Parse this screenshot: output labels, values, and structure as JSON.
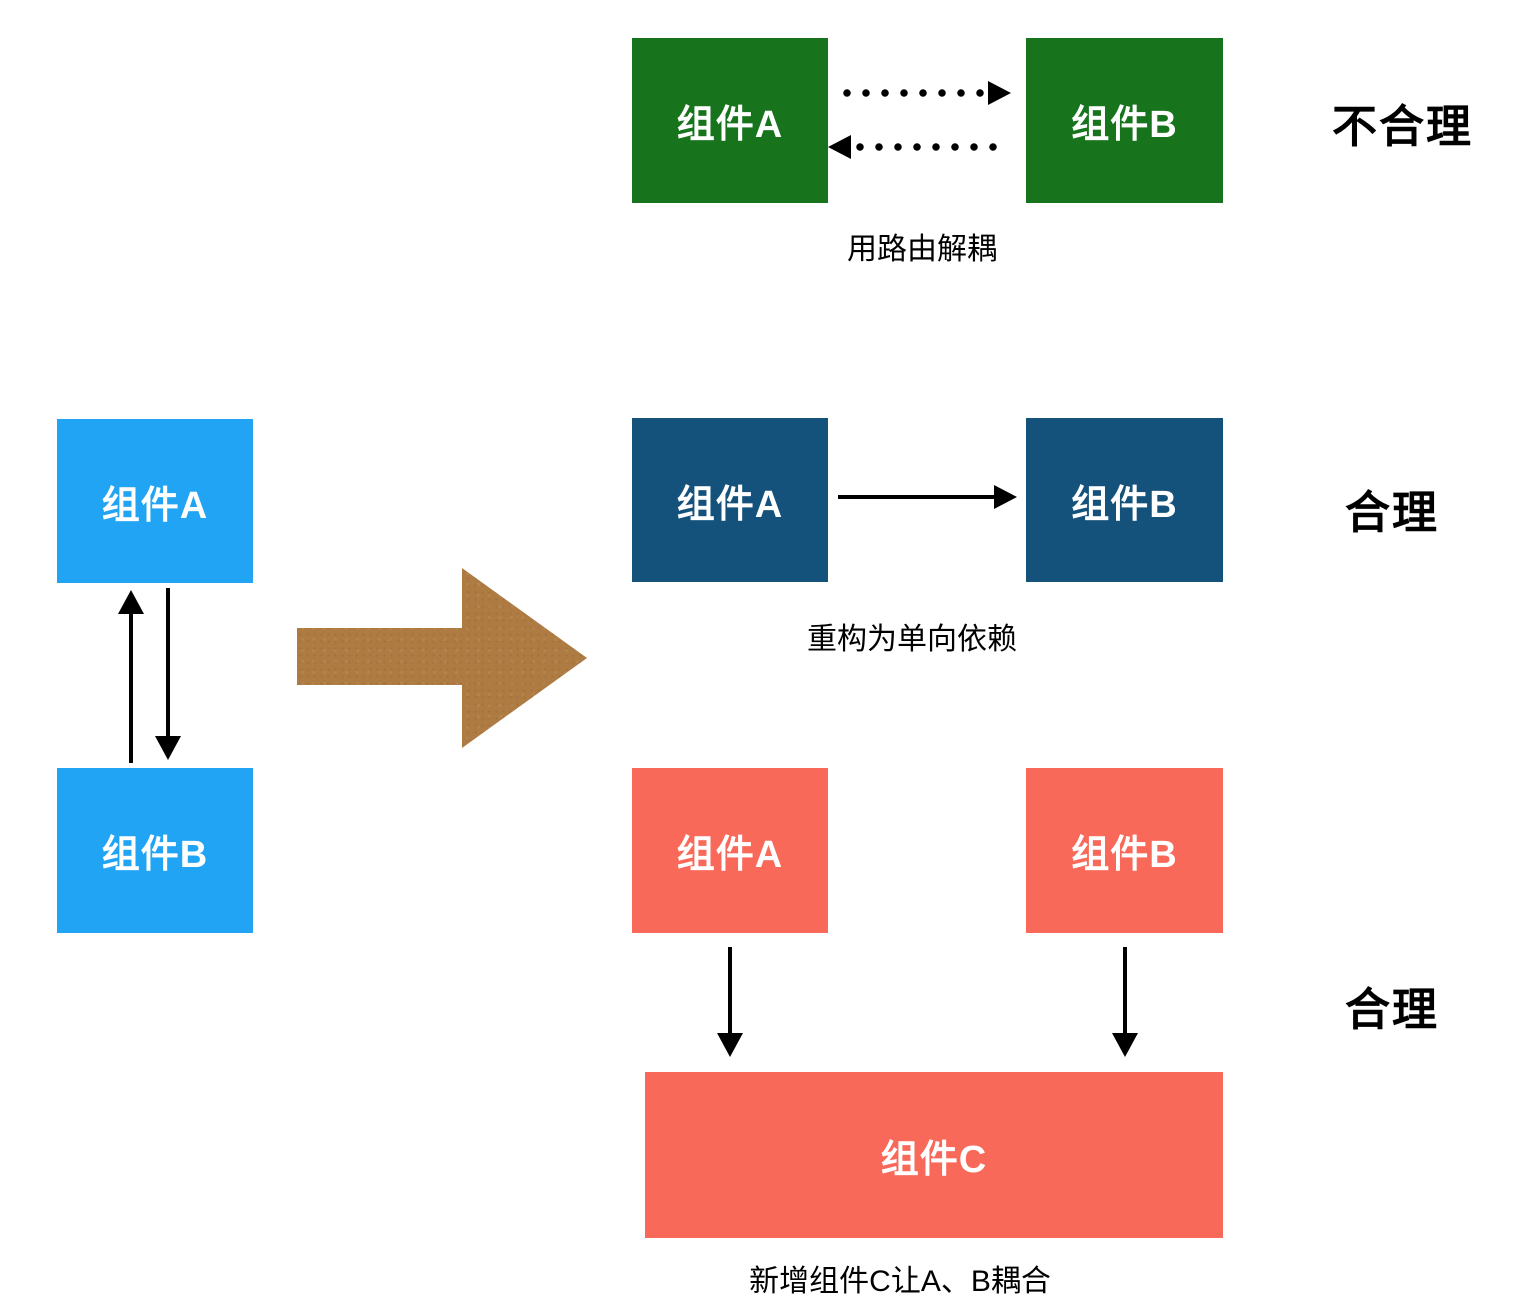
{
  "colors": {
    "bg": "#FFFFFF",
    "ink": "#000000",
    "box_text": "#FFFFFF",
    "box_blue": "#22A4F5",
    "box_green": "#17741D",
    "box_navy": "#14527C",
    "box_salmon": "#F9695A",
    "arrow_brown": "#AE7B42"
  },
  "left_pair": {
    "box_a": "组件A",
    "box_b": "组件B"
  },
  "solutions": [
    {
      "box_a": "组件A",
      "box_b": "组件B",
      "caption": "用路由解耦",
      "verdict": "不合理"
    },
    {
      "box_a": "组件A",
      "box_b": "组件B",
      "caption": "重构为单向依赖",
      "verdict": "合理"
    },
    {
      "box_a": "组件A",
      "box_b": "组件B",
      "box_c": "组件C",
      "caption": "新增组件C让A、B耦合",
      "verdict": "合理"
    }
  ]
}
